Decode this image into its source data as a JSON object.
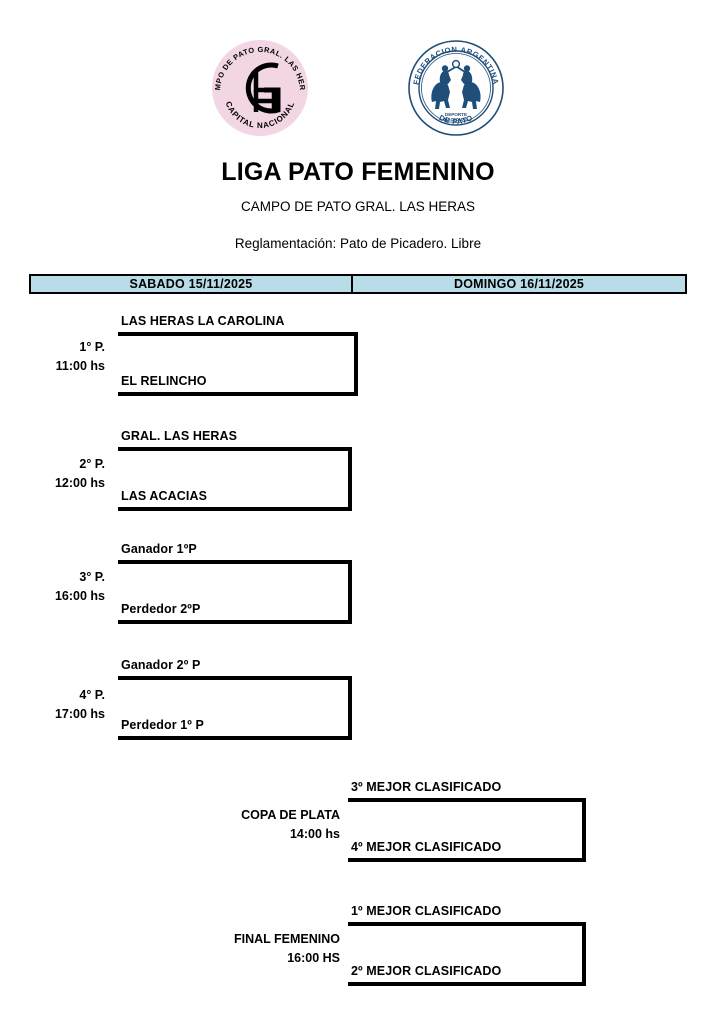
{
  "header": {
    "title": "LIGA PATO FEMENINO",
    "subtitle": "CAMPO DE PATO GRAL. LAS HERAS",
    "reglamento": "Reglamentación: Pato de Picadero. Libre",
    "logos": [
      {
        "name": "campo-de-pato-gral-las-heras-logo",
        "ring_top": "CAMPO DE PATO GRAL. LAS HERAS",
        "ring_bottom": "CAPITAL NACIONAL",
        "monogram": "LH",
        "color": "#f2d6e4"
      },
      {
        "name": "federacion-argentina-de-pato-logo",
        "ring_top": "FEDERACION ARGENTINA",
        "ring_bottom": "DE PATO",
        "tagline_line1": "DEPORTE",
        "tagline_line2": "NACIONAL",
        "color": "#1f4e79"
      }
    ]
  },
  "days": [
    {
      "label": "SABADO 15/11/2025"
    },
    {
      "label": "DOMINGO 16/11/2025"
    }
  ],
  "saturday_matches": [
    {
      "label_line1": "1° P.",
      "label_line2": "11:00 hs",
      "top": "LAS HERAS LA CAROLINA",
      "bottom": "EL RELINCHO"
    },
    {
      "label_line1": "2° P.",
      "label_line2": "12:00 hs",
      "top": "GRAL. LAS HERAS",
      "bottom": "LAS ACACIAS"
    },
    {
      "label_line1": "3° P.",
      "label_line2": "16:00 hs",
      "top": "Ganador 1ºP",
      "bottom": "Perdedor 2ºP"
    },
    {
      "label_line1": "4° P.",
      "label_line2": "17:00 hs",
      "top": "Ganador 2º P",
      "bottom": "Perdedor 1º P"
    }
  ],
  "sunday_matches": [
    {
      "label_line1": "COPA DE PLATA",
      "label_line2": "14:00 hs",
      "top": "3º MEJOR CLASIFICADO",
      "bottom": "4º MEJOR CLASIFICADO"
    },
    {
      "label_line1": "FINAL FEMENINO",
      "label_line2": "16:00 HS",
      "top": "1º MEJOR CLASIFICADO",
      "bottom": "2º MEJOR CLASIFICADO"
    }
  ],
  "colors": {
    "header_fill": "#b8dce8",
    "line": "#000000",
    "logo_pink": "#f2d6e4",
    "logo_navy": "#1f4e79"
  }
}
